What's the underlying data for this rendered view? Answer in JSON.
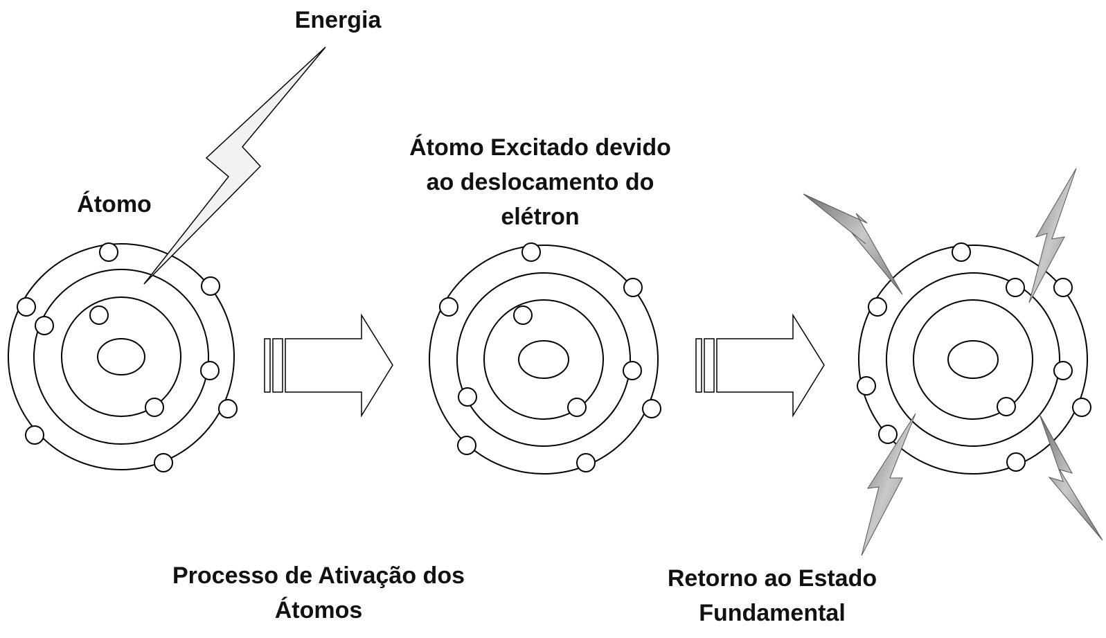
{
  "labels": {
    "energy": "Energia",
    "atom": "Átomo",
    "excited_line1": "Átomo Excitado devido",
    "excited_line2": "ao deslocamento do",
    "excited_line3": "elétron",
    "activation_line1": "Processo de Ativação dos",
    "activation_line2": "Átomos",
    "return_line1": "Retorno ao Estado",
    "return_line2": "Fundamental"
  },
  "colors": {
    "energy_bolt": "#f2f2f2",
    "emission_bolts": "#999999",
    "outline": "#000000"
  },
  "icons": [
    "energy-bolt-icon",
    "process-arrow-icon",
    "emission-bolt-icon"
  ]
}
